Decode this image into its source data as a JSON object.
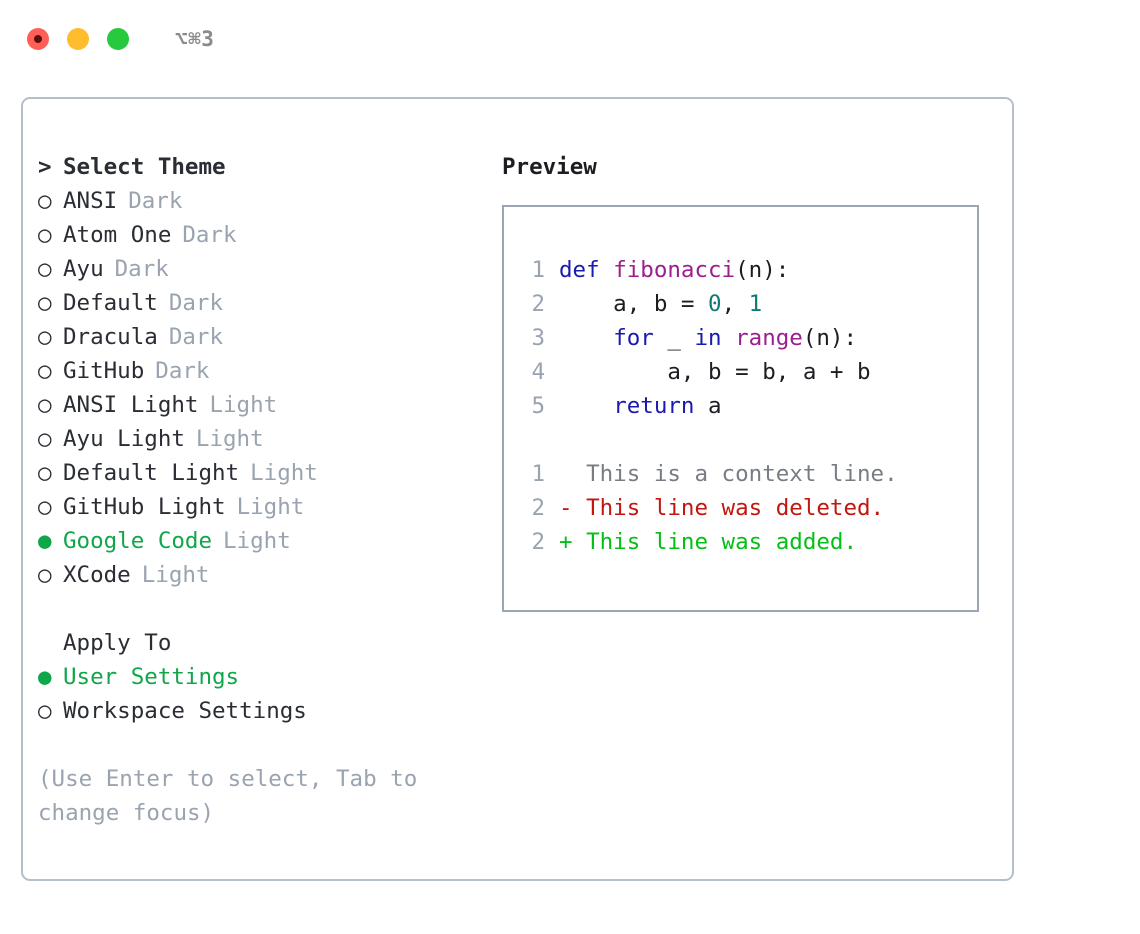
{
  "titlebar": {
    "shortcut": "⌥⌘3",
    "lights": [
      "close-red",
      "minimize-yellow",
      "maximize-green"
    ]
  },
  "left_panel": {
    "header": {
      "prompt": ">",
      "label": "Select Theme"
    },
    "themes": [
      {
        "bullet": "○",
        "name": "ANSI",
        "kind": "Dark",
        "selected": false
      },
      {
        "bullet": "○",
        "name": "Atom One",
        "kind": "Dark",
        "selected": false
      },
      {
        "bullet": "○",
        "name": "Ayu",
        "kind": "Dark",
        "selected": false
      },
      {
        "bullet": "○",
        "name": "Default",
        "kind": "Dark",
        "selected": false
      },
      {
        "bullet": "○",
        "name": "Dracula",
        "kind": "Dark",
        "selected": false
      },
      {
        "bullet": "○",
        "name": "GitHub",
        "kind": "Dark",
        "selected": false
      },
      {
        "bullet": "○",
        "name": "ANSI Light",
        "kind": "Light",
        "selected": false
      },
      {
        "bullet": "○",
        "name": "Ayu Light",
        "kind": "Light",
        "selected": false
      },
      {
        "bullet": "○",
        "name": "Default Light",
        "kind": "Light",
        "selected": false
      },
      {
        "bullet": "○",
        "name": "GitHub Light",
        "kind": "Light",
        "selected": false
      },
      {
        "bullet": "●",
        "name": "Google Code",
        "kind": "Light",
        "selected": true
      },
      {
        "bullet": "○",
        "name": "XCode",
        "kind": "Light",
        "selected": false
      }
    ],
    "apply_to": {
      "label": "Apply To",
      "options": [
        {
          "bullet": "●",
          "name": "User Settings",
          "selected": true
        },
        {
          "bullet": "○",
          "name": "Workspace Settings",
          "selected": false
        }
      ]
    },
    "hint": "(Use Enter to select, Tab to change focus)"
  },
  "right_panel": {
    "title": "Preview",
    "code_lines": [
      {
        "no": "1",
        "tokens": [
          {
            "t": "def ",
            "c": "kw"
          },
          {
            "t": "fibonacci",
            "c": "fn"
          },
          {
            "t": "(n):",
            "c": "plain"
          }
        ]
      },
      {
        "no": "2",
        "tokens": [
          {
            "t": "    a, b = ",
            "c": "plain"
          },
          {
            "t": "0",
            "c": "num"
          },
          {
            "t": ", ",
            "c": "plain"
          },
          {
            "t": "1",
            "c": "num"
          }
        ]
      },
      {
        "no": "3",
        "tokens": [
          {
            "t": "    ",
            "c": "plain"
          },
          {
            "t": "for",
            "c": "kw"
          },
          {
            "t": " _ ",
            "c": "plain"
          },
          {
            "t": "in",
            "c": "kw"
          },
          {
            "t": " ",
            "c": "plain"
          },
          {
            "t": "range",
            "c": "fn"
          },
          {
            "t": "(n):",
            "c": "plain"
          }
        ]
      },
      {
        "no": "4",
        "tokens": [
          {
            "t": "        a, b = b, a + b",
            "c": "plain"
          }
        ]
      },
      {
        "no": "5",
        "tokens": [
          {
            "t": "    ",
            "c": "plain"
          },
          {
            "t": "return",
            "c": "kw"
          },
          {
            "t": " a",
            "c": "plain"
          }
        ]
      }
    ],
    "diff_lines": [
      {
        "no": "1",
        "tokens": [
          {
            "t": "  This is a context line.",
            "c": "ctx"
          }
        ]
      },
      {
        "no": "2",
        "tokens": [
          {
            "t": "- This line was deleted.",
            "c": "del"
          }
        ]
      },
      {
        "no": "2",
        "tokens": [
          {
            "t": "+ This line was added.",
            "c": "add"
          }
        ]
      }
    ]
  },
  "colors": {
    "accent_green": "#10a64a",
    "muted": "#9aa3b0",
    "text": "#2a2d34",
    "border": "#b6bec9",
    "code_border": "#9aa6b5",
    "keyword": "#1a1ab0",
    "function": "#9b1f8e",
    "number": "#0f7a73",
    "diff_added": "#05bf17",
    "diff_deleted": "#c2160f",
    "light_red": "#ff5f56",
    "light_yellow": "#ffbd2e",
    "light_green": "#27c93f"
  }
}
